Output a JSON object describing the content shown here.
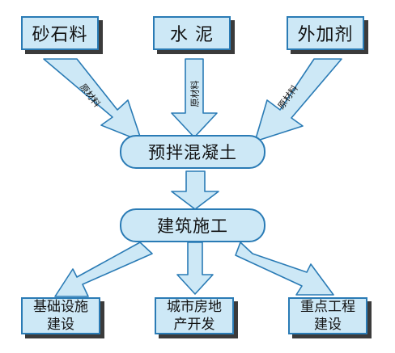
{
  "sources": [
    {
      "label": "砂石料"
    },
    {
      "label": "水 泥"
    },
    {
      "label": "外加剂"
    }
  ],
  "arrow_label": "原材料",
  "product": {
    "label": "预拌混凝土"
  },
  "process": {
    "label": "建筑施工"
  },
  "targets": [
    {
      "line1": "基础设施",
      "line2": "建设"
    },
    {
      "line1": "城市房地",
      "line2": "产开发"
    },
    {
      "line1": "重点工程",
      "line2": "建设"
    }
  ],
  "colors": {
    "box_fill": "#cde8f6",
    "box_border": "#2a7bb5",
    "shadow": "#3b3b3b"
  }
}
